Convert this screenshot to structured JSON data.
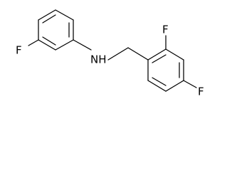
{
  "molecule": {
    "atoms": {
      "fluorine_left": "F",
      "amine": "NH",
      "fluorine_ortho": "F",
      "fluorine_para": "F"
    },
    "colors": {
      "bond": "#000000",
      "text": "#000000",
      "background": "#ffffff"
    }
  }
}
